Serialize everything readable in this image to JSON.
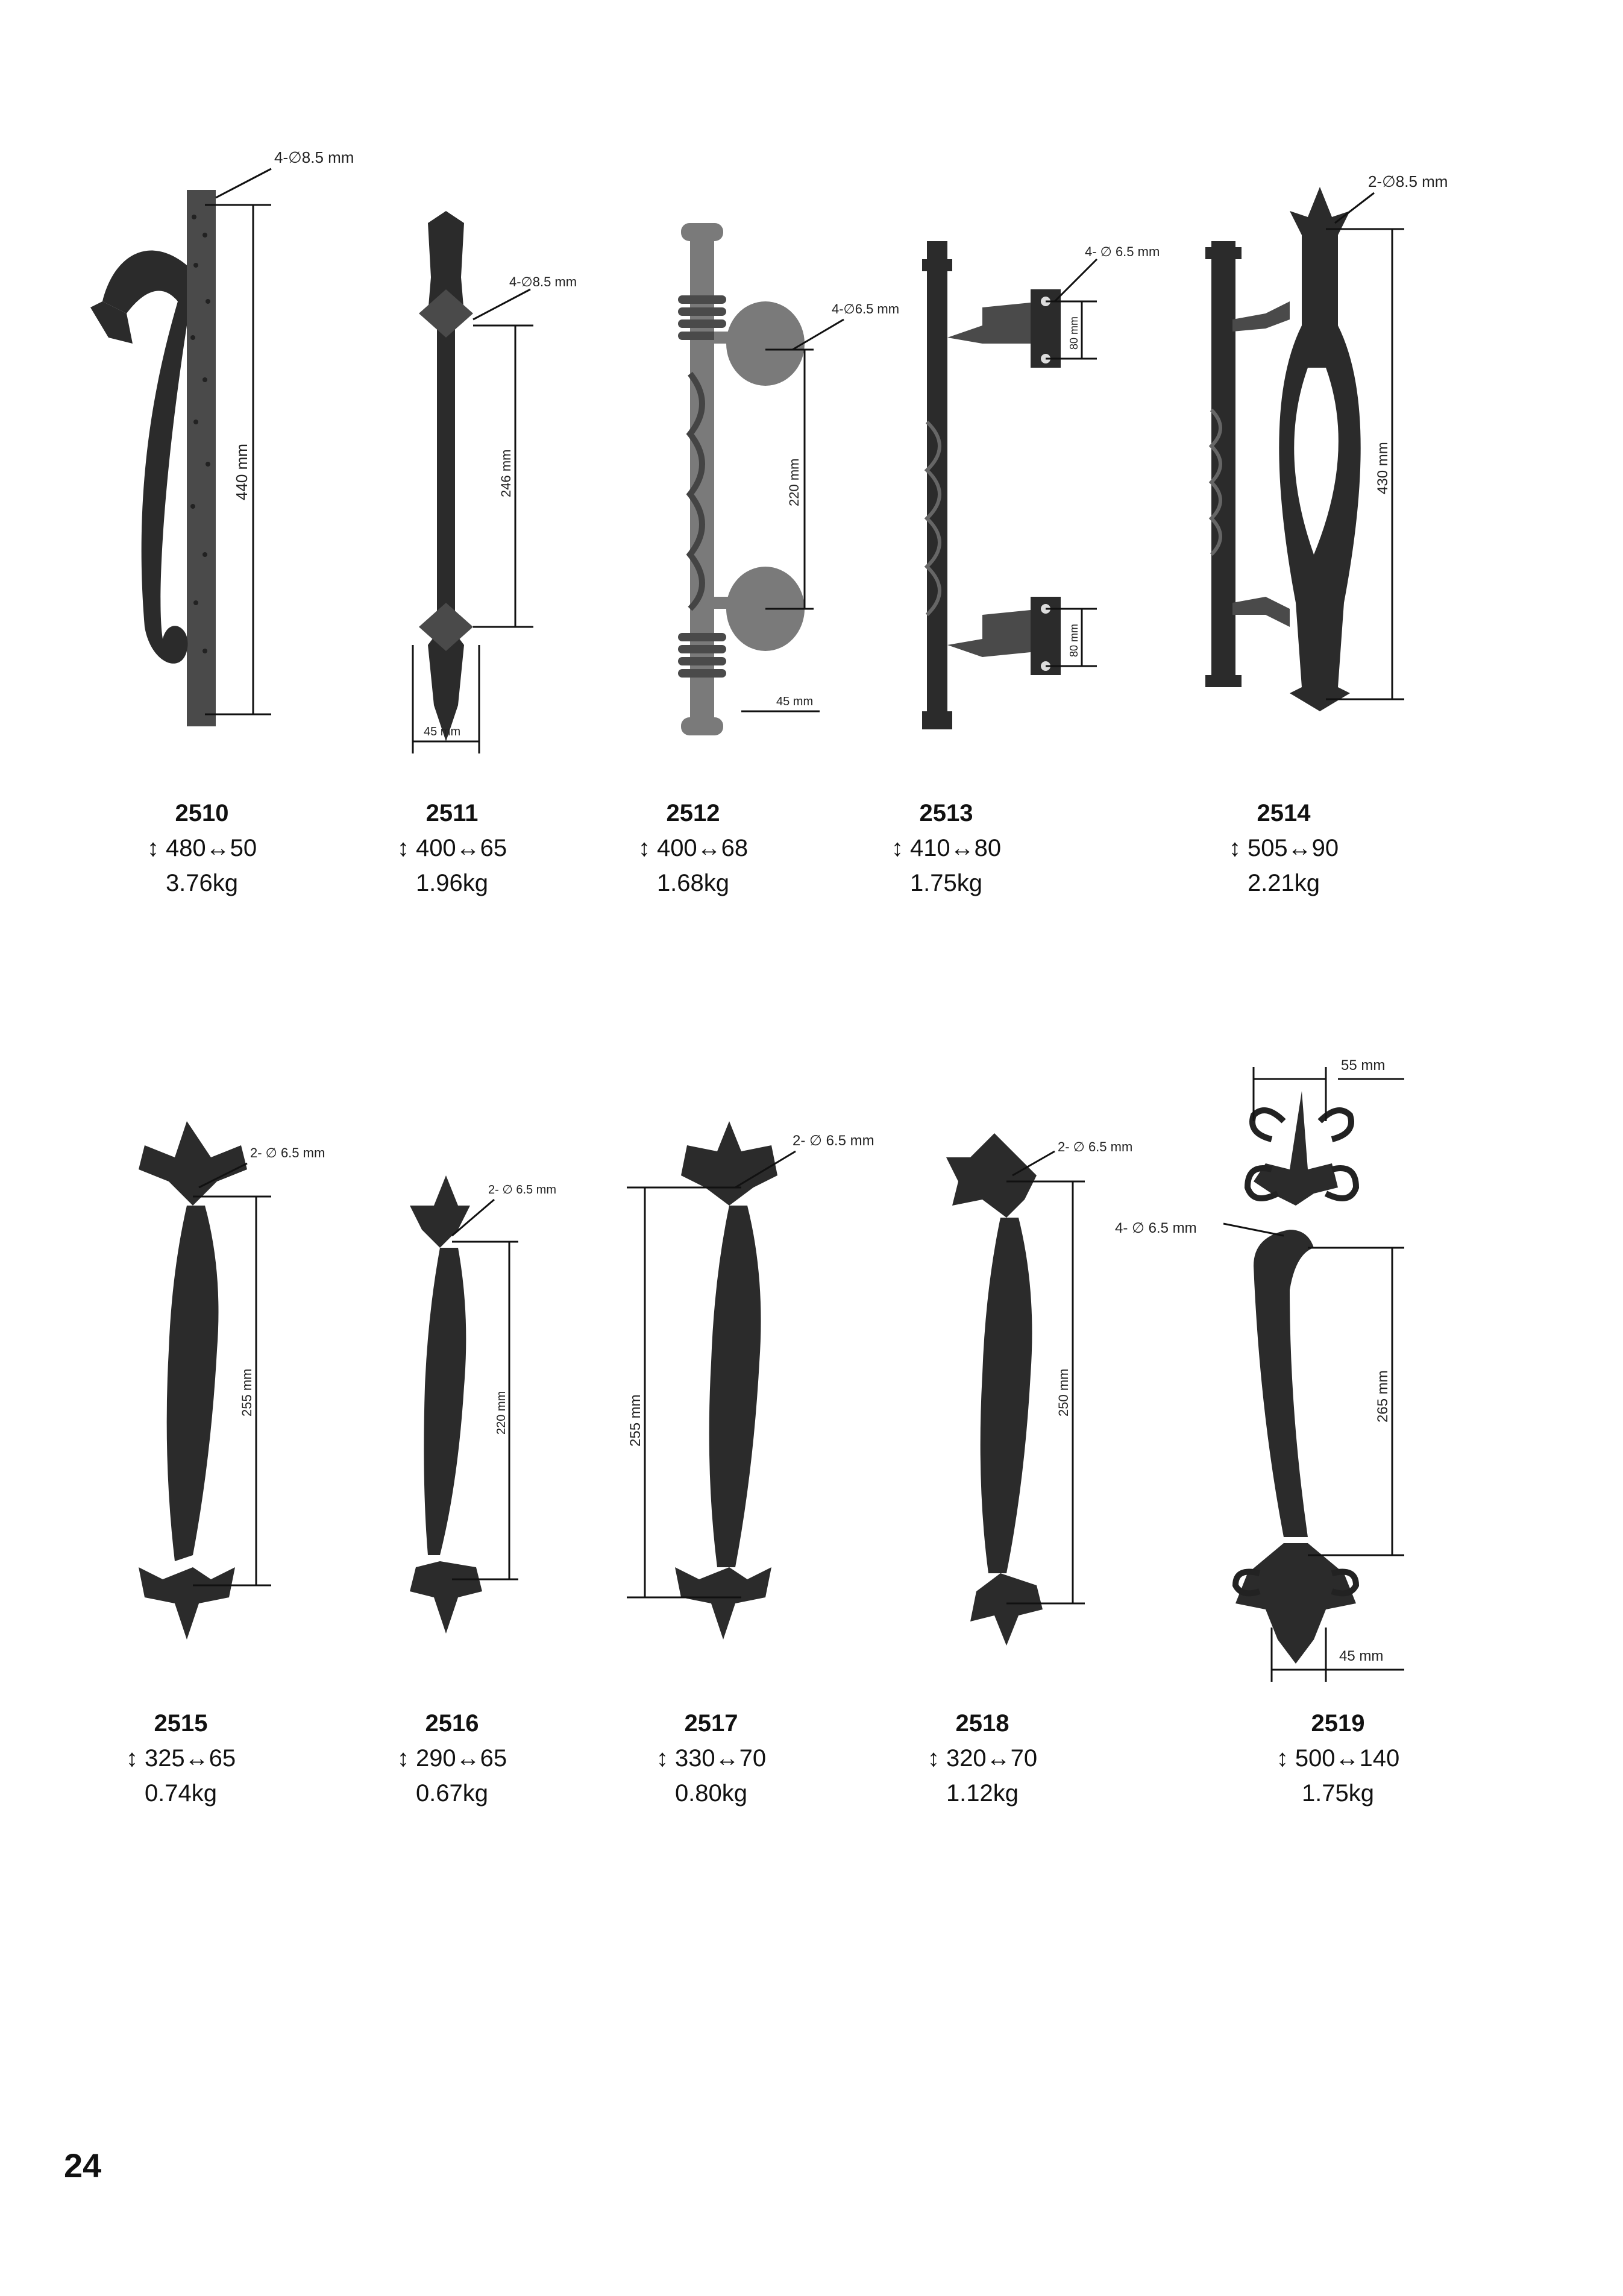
{
  "products": [
    {
      "code": "2510",
      "dims": "↕ 480↔50",
      "weight": "3.76kg",
      "hole_label": "4-∅8.5 mm",
      "height_label": "440 mm"
    },
    {
      "code": "2511",
      "dims": "↕ 400↔65",
      "weight": "1.96kg",
      "hole_label": "4-∅8.5 mm",
      "height_label": "246 mm",
      "width_label": "45 mm"
    },
    {
      "code": "2512",
      "dims": "↕ 400↔68",
      "weight": "1.68kg",
      "hole_label": "4-∅6.5 mm",
      "height_label": "220 mm",
      "width_label": "45 mm"
    },
    {
      "code": "2513",
      "dims": "↕ 410↔80",
      "weight": "1.75kg",
      "hole_label": "4- ∅ 6.5 mm",
      "upper_label": "80 mm",
      "lower_label": "80 mm"
    },
    {
      "code": "2514",
      "dims": "↕ 505↔90",
      "weight": "2.21kg",
      "hole_label": "2-∅8.5 mm",
      "height_label": "430 mm"
    },
    {
      "code": "2515",
      "dims": "↕ 325↔65",
      "weight": "0.74kg",
      "hole_label": "2- ∅ 6.5 mm",
      "height_label": "255 mm"
    },
    {
      "code": "2516",
      "dims": "↕ 290↔65",
      "weight": "0.67kg",
      "hole_label": "2- ∅ 6.5 mm",
      "height_label": "220 mm"
    },
    {
      "code": "2517",
      "dims": "↕ 330↔70",
      "weight": "0.80kg",
      "hole_label": "2- ∅ 6.5 mm",
      "height_label": "255 mm"
    },
    {
      "code": "2518",
      "dims": "↕ 320↔70",
      "weight": "1.12kg",
      "hole_label": "2- ∅ 6.5 mm",
      "height_label": "250 mm"
    },
    {
      "code": "2519",
      "dims": "↕ 500↔140",
      "weight": "1.75kg",
      "hole_label": "4- ∅ 6.5 mm",
      "height_label": "265 mm",
      "top_label": "55  mm",
      "bottom_label": "45 mm"
    }
  ],
  "page_number": "24"
}
